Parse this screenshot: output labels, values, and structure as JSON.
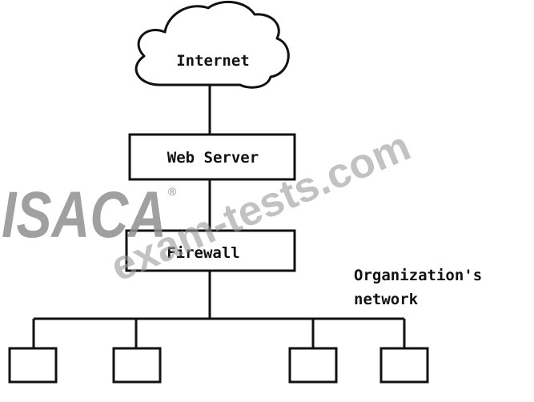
{
  "diagram": {
    "cloud_label": "Internet",
    "web_server_label": "Web Server",
    "firewall_label": "Firewall",
    "network_label_line1": "Organization's",
    "network_label_line2": "network",
    "host_count": 4
  },
  "watermark": {
    "logo_text": "ISACA",
    "registered_mark": "®",
    "site_text": "exam-tests.com"
  },
  "colors": {
    "line": "#111111",
    "cloud_fill": "#ffffff",
    "watermark": "#8f8f8f"
  }
}
